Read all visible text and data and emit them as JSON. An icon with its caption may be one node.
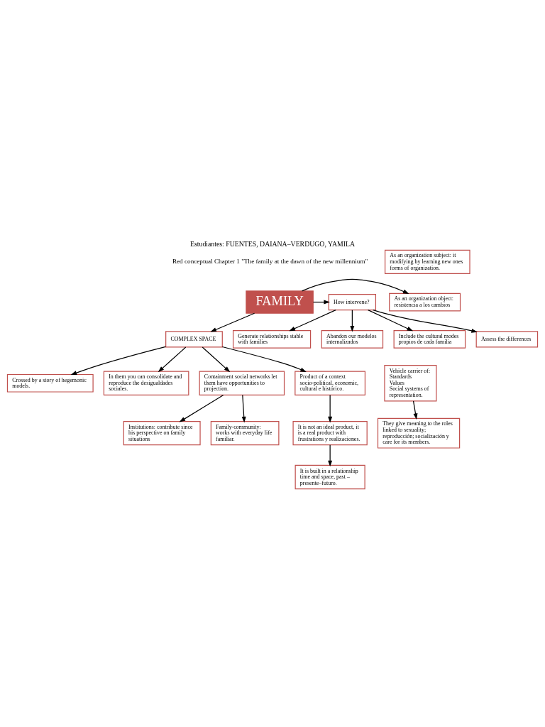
{
  "diagram": {
    "title": "Estudiantes: FUENTES, DAIANA–VERDUGO, YAMILA",
    "nodes": [
      {
        "text": [
          "FAMILY"
        ]
      },
      {
        "text": [
          "As an organization object: resistencia a los cambios"
        ]
      },
      {
        "text": [
          "As an organization subject: it modifying by learning new ones forms of organization."
        ]
      },
      {
        "text": [
          "How intervene?"
        ]
      },
      {
        "text": [
          "Assess the differences"
        ]
      },
      {
        "text": [
          "Generate relationships stable with families"
        ]
      },
      {
        "text": [
          "Abandon our modelos internalizados"
        ]
      },
      {
        "text": [
          "Include the cultural modes propios de cada familia"
        ]
      },
      {
        "text": [
          "COMPLEX SPACE"
        ]
      },
      {
        "text": [
          "Product of a context socio-political, economic, cultural e histórico."
        ]
      },
      {
        "text": [
          "Crossed by a story of hegemonic models."
        ]
      },
      {
        "text": [
          "In them you can consolidate and reproduce the desigualdades sociales."
        ]
      },
      {
        "text": [
          "Containment social networks let them have opportunities to projection."
        ]
      },
      {
        "text": [
          "Vehicle carrier of:",
          "Standards",
          "Values",
          "Social systems of representation."
        ]
      },
      {
        "text": [
          "They give meaning to the roles linked to sexuality; reproducción; socialización y care for its members."
        ]
      },
      {
        "text": [
          "It is not an ideal product, it is a real product with frustrations y realizaciones."
        ]
      },
      {
        "text": [
          "It is built in a relationship time and space, past – presente–futuro."
        ]
      },
      {
        "text": [
          "Family-community:",
          "works with everyday life familiar."
        ]
      },
      {
        "text": [
          "Institutions: contribute since his perspective on family situations"
        ]
      }
    ],
    "edges": [
      {
        "from": 0,
        "to": 1,
        "arrow": "to"
      },
      {
        "from": 0,
        "to": 3,
        "arrow": "to"
      },
      {
        "from": 3,
        "to": 4,
        "arrow": "to"
      },
      {
        "from": 3,
        "to": 5,
        "arrow": "to"
      },
      {
        "from": 3,
        "to": 6,
        "arrow": "to"
      },
      {
        "from": 3,
        "to": 7,
        "arrow": "to"
      },
      {
        "from": 0,
        "to": 8,
        "arrow": "to"
      },
      {
        "from": 8,
        "to": 9,
        "arrow": "to"
      },
      {
        "from": 8,
        "to": 10,
        "arrow": "to"
      },
      {
        "from": 8,
        "to": 11,
        "arrow": "to"
      },
      {
        "from": 8,
        "to": 12,
        "arrow": "to"
      },
      {
        "from": 13,
        "to": 14,
        "arrow": "to"
      },
      {
        "from": 9,
        "to": 15,
        "arrow": "to"
      },
      {
        "from": 15,
        "to": 16,
        "arrow": "to"
      },
      {
        "from": 12,
        "to": 17,
        "arrow": "to"
      },
      {
        "from": 12,
        "to": 18,
        "arrow": "to"
      }
    ],
    "labels": [
      "Red conceptual Chapter 1 \"The family at the dawn of the new millennium\""
    ]
  }
}
